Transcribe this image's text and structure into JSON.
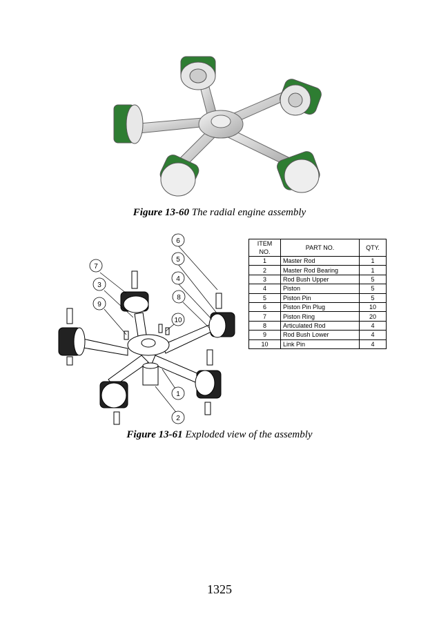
{
  "figure1": {
    "number": "Figure 13-60",
    "caption": " The radial engine assembly"
  },
  "figure2": {
    "number": "Figure 13-61",
    "caption": " Exploded view of the assembly",
    "balloons": [
      "6",
      "5",
      "4",
      "8",
      "10",
      "7",
      "3",
      "9",
      "1",
      "2"
    ],
    "bom": {
      "headers": [
        "ITEM NO.",
        "PART NO.",
        "QTY."
      ],
      "rows": [
        {
          "item": "1",
          "part": "Master Rod",
          "qty": "1"
        },
        {
          "item": "2",
          "part": "Master Rod Bearing",
          "qty": "1"
        },
        {
          "item": "3",
          "part": "Rod Bush Upper",
          "qty": "5"
        },
        {
          "item": "4",
          "part": "Piston",
          "qty": "5"
        },
        {
          "item": "5",
          "part": "Piston Pin",
          "qty": "5"
        },
        {
          "item": "6",
          "part": "Piston Pin Plug",
          "qty": "10"
        },
        {
          "item": "7",
          "part": "Piston Ring",
          "qty": "20"
        },
        {
          "item": "8",
          "part": "Articulated Rod",
          "qty": "4"
        },
        {
          "item": "9",
          "part": "Rod Bush Lower",
          "qty": "4"
        },
        {
          "item": "10",
          "part": "Link Pin",
          "qty": "4"
        }
      ]
    }
  },
  "page_number": "1325",
  "colors": {
    "ring_green": "#2e7d32",
    "metal": "#d9d9d9"
  }
}
